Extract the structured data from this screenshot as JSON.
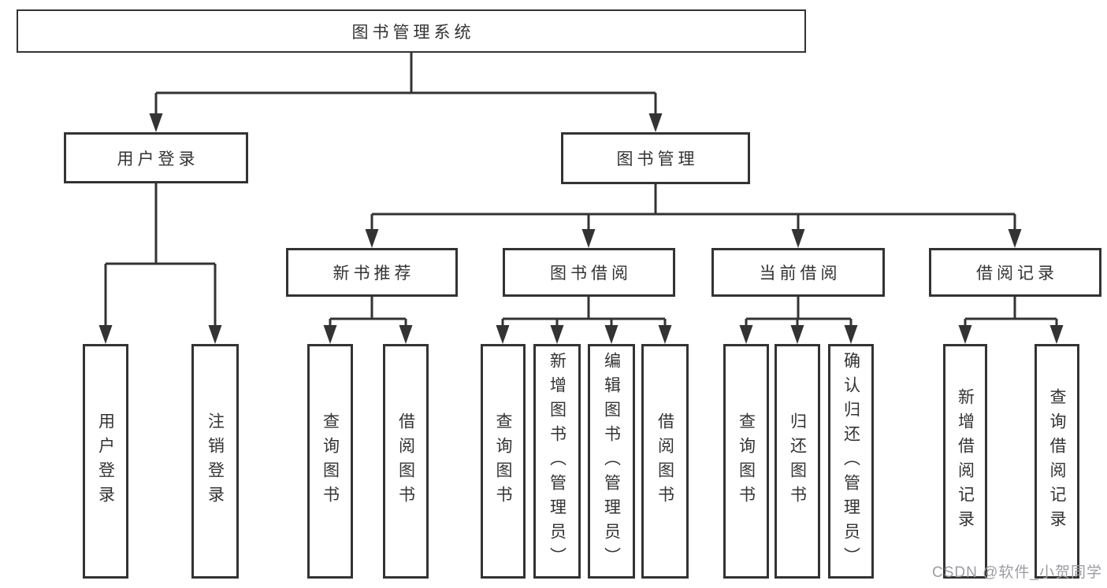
{
  "colors": {
    "line": "#333333",
    "text": "#333333",
    "box_bg": "#ffffff",
    "background": "#ffffff",
    "watermark": "#9c9ca2"
  },
  "diagram": {
    "type": "hierarchy-tree",
    "root": {
      "label": "图书管理系统"
    },
    "level2": [
      {
        "label": "用户登录"
      },
      {
        "label": "图书管理"
      }
    ],
    "level3": [
      {
        "label": "新书推荐",
        "parent": "图书管理"
      },
      {
        "label": "图书借阅",
        "parent": "图书管理"
      },
      {
        "label": "当前借阅",
        "parent": "图书管理"
      },
      {
        "label": "借阅记录",
        "parent": "图书管理"
      }
    ],
    "leaves": [
      {
        "label": "用户登录",
        "parent": "用户登录"
      },
      {
        "label": "注销登录",
        "parent": "用户登录"
      },
      {
        "label": "查询图书",
        "parent": "新书推荐"
      },
      {
        "label": "借阅图书",
        "parent": "新书推荐"
      },
      {
        "label": "查询图书",
        "parent": "图书借阅"
      },
      {
        "label": "新增图书（管理员）",
        "parent": "图书借阅"
      },
      {
        "label": "编辑图书（管理员）",
        "parent": "图书借阅"
      },
      {
        "label": "借阅图书",
        "parent": "图书借阅"
      },
      {
        "label": "查询图书",
        "parent": "当前借阅"
      },
      {
        "label": "归还图书",
        "parent": "当前借阅"
      },
      {
        "label": "确认归还（管理员）",
        "parent": "当前借阅"
      },
      {
        "label": "新增借阅记录",
        "parent": "借阅记录"
      },
      {
        "label": "查询借阅记录",
        "parent": "借阅记录"
      }
    ]
  },
  "watermark": {
    "text": "CSDN @软件_小贺同学"
  }
}
